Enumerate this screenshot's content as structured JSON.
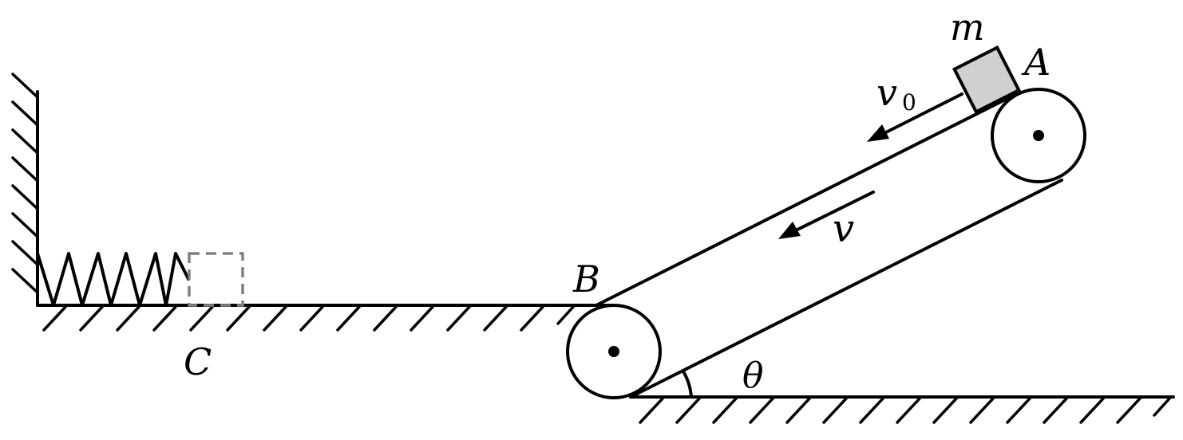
{
  "labels": {
    "mass": "m",
    "point_a": "A",
    "point_b": "B",
    "point_c": "C",
    "initial_velocity": "v",
    "initial_velocity_subscript": "0",
    "belt_velocity": "v",
    "angle": "θ"
  },
  "colors": {
    "line": "#000000",
    "block_fill": "#d0d0d0",
    "ghost_block": "#808080"
  }
}
